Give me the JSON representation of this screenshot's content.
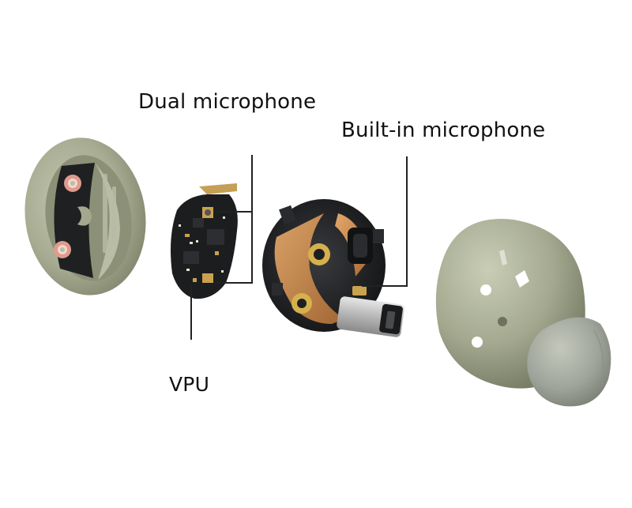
{
  "labels": {
    "dual_microphone": "Dual microphone",
    "built_in_microphone": "Built-in microphone",
    "vpu": "VPU"
  },
  "components": [
    {
      "name": "earbud-shell-cap",
      "icon": "earbud-shell-icon"
    },
    {
      "name": "circuit-board",
      "icon": "pcb-icon"
    },
    {
      "name": "driver-assembly",
      "icon": "driver-icon"
    },
    {
      "name": "earbud-body",
      "icon": "earbud-icon"
    }
  ],
  "colors": {
    "shell": "#a6ab92",
    "shell_dark": "#7c8168",
    "shell_light": "#c4c8b0",
    "pcb": "#1c1d1f",
    "copper": "#c98a4e",
    "gold": "#d8b04a",
    "eartip": "#9fa49a",
    "leader_line": "#222222"
  }
}
